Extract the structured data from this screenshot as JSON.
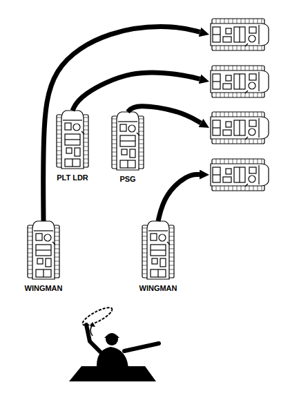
{
  "diagram": {
    "nodes": [
      {
        "text": [
          "PLT LDR"
        ]
      },
      {
        "text": [
          "PSG"
        ]
      },
      {
        "text": [
          "WINGMAN"
        ]
      },
      {
        "text": [
          "WINGMAN"
        ]
      },
      {
        "text": []
      },
      {
        "text": []
      },
      {
        "text": []
      },
      {
        "text": []
      }
    ],
    "edges": [
      {
        "from": 2,
        "to": 4,
        "arrow": "to"
      },
      {
        "from": 0,
        "to": 5,
        "arrow": "to"
      },
      {
        "from": 1,
        "to": 6,
        "arrow": "to"
      },
      {
        "from": 3,
        "to": 7,
        "arrow": "to"
      }
    ]
  }
}
